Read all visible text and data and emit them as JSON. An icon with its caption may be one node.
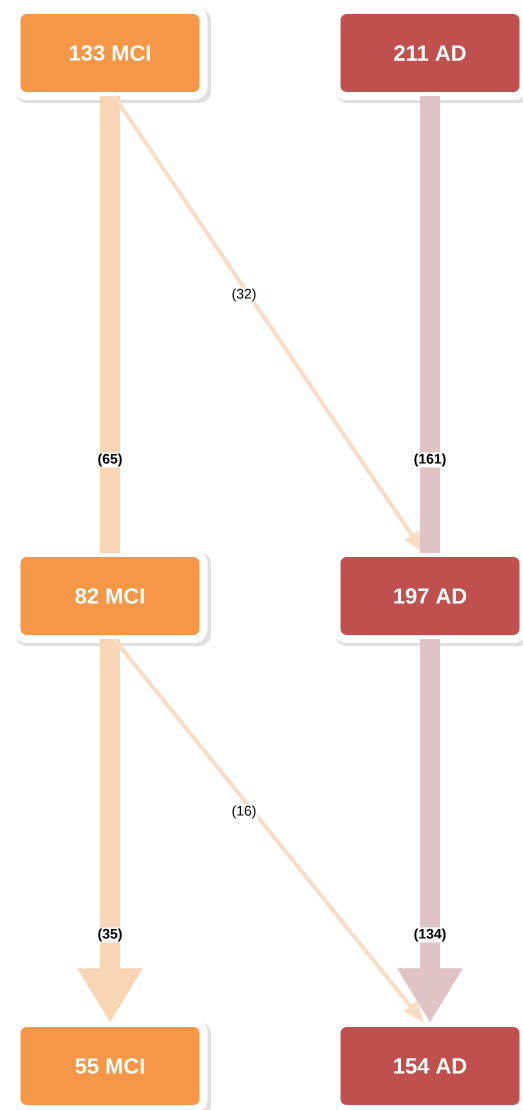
{
  "diagram": {
    "nodes": [
      {
        "text": [
          "133 MCI"
        ]
      },
      {
        "text": [
          "211 AD"
        ]
      },
      {
        "text": [
          "82 MCI"
        ]
      },
      {
        "text": [
          "197 AD"
        ]
      },
      {
        "text": [
          "55 MCI"
        ]
      },
      {
        "text": [
          "154 AD"
        ]
      }
    ],
    "edges": [
      {
        "from": 0,
        "to": 2,
        "arrow": "none",
        "label": "(65)",
        "color": "#f7d5b5"
      },
      {
        "from": 0,
        "to": 3,
        "arrow": "to",
        "label": "(32)",
        "color": "#f8dcc3"
      },
      {
        "from": 1,
        "to": 3,
        "arrow": "none",
        "label": "(161)",
        "color": "#dfc3c5"
      },
      {
        "from": 2,
        "to": 4,
        "arrow": "to",
        "label": "(35)",
        "color": "#f7d5b5"
      },
      {
        "from": 2,
        "to": 5,
        "arrow": "to",
        "label": "(16)",
        "color": "#f8dcc3"
      },
      {
        "from": 3,
        "to": 5,
        "arrow": "to",
        "label": "(134)",
        "color": "#dfc3c5"
      }
    ]
  }
}
